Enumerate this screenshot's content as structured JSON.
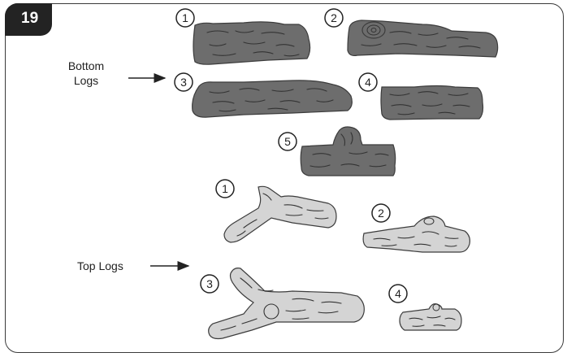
{
  "step_number": "19",
  "labels": {
    "bottom_logs_line1": "Bottom",
    "bottom_logs_line2": "Logs",
    "top_logs": "Top Logs"
  },
  "bottom_logs": [
    "1",
    "2",
    "3",
    "4",
    "5"
  ],
  "top_logs": [
    "1",
    "2",
    "3",
    "4"
  ],
  "colors": {
    "bottom_log_fill": "#6d6d6d",
    "top_log_fill": "#d4d4d4",
    "outline": "#3c3c3c"
  }
}
